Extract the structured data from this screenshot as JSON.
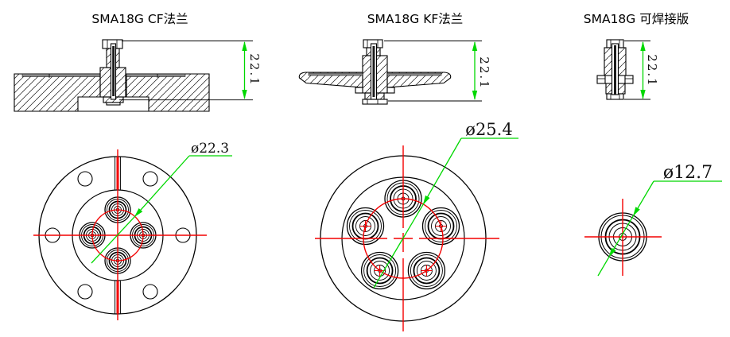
{
  "drawing": {
    "background": "#ffffff",
    "colors": {
      "outline": "#000000",
      "dimension_green": "#00d800",
      "centerline_red": "#f40000"
    },
    "views": [
      {
        "title": "SMA18G CF法兰",
        "height_dim": "22.1",
        "diameter_dim": "ø22.3",
        "connector_count": 4,
        "bolt_hole_count": 6
      },
      {
        "title": "SMA18G KF法兰",
        "height_dim": "22.1",
        "diameter_dim": "ø25.4",
        "connector_count": 5,
        "bolt_hole_count": 0
      },
      {
        "title": "SMA18G 可焊接版",
        "height_dim": "22.1",
        "diameter_dim": "ø12.7",
        "connector_count": 1,
        "bolt_hole_count": 0
      }
    ]
  }
}
